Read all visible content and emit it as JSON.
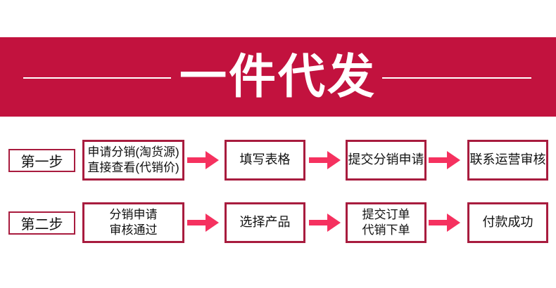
{
  "banner": {
    "title": "一件代发"
  },
  "colors": {
    "page_bg": "#FFFFFF",
    "banner_bg": "#C2123E",
    "banner_text": "#FFFFFF",
    "box_border": "#A81C3E",
    "arrow": "#F5315F",
    "text": "#111111"
  },
  "rows": [
    {
      "step_label": "第一步",
      "boxes": [
        {
          "lines": [
            "申请分销(淘货源)",
            "直接查看(代销价)"
          ]
        },
        {
          "lines": [
            "填写表格"
          ]
        },
        {
          "lines": [
            "提交分销申请"
          ]
        },
        {
          "lines": [
            "联系运营审核"
          ]
        }
      ]
    },
    {
      "step_label": "第二步",
      "boxes": [
        {
          "lines": [
            "分销申请",
            "审核通过"
          ]
        },
        {
          "lines": [
            "选择产品"
          ]
        },
        {
          "lines": [
            "提交订单",
            "代销下单"
          ]
        },
        {
          "lines": [
            "付款成功"
          ]
        }
      ]
    }
  ]
}
